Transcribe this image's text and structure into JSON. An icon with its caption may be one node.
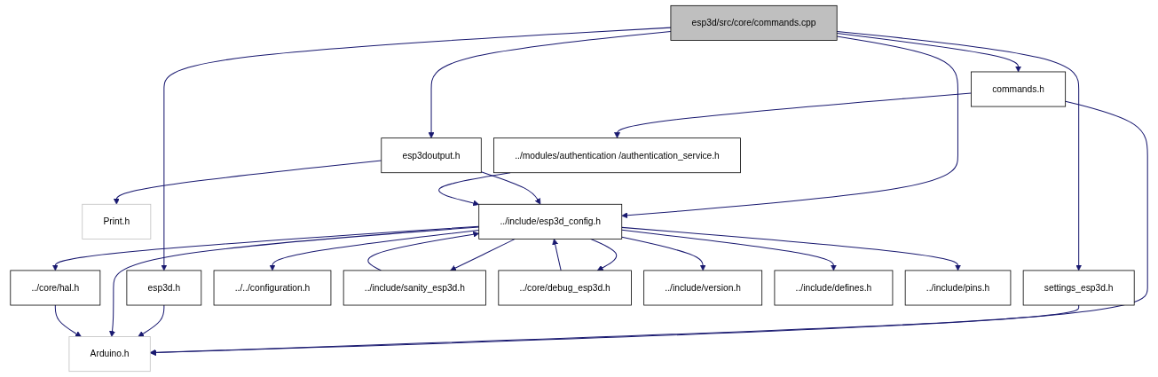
{
  "diagram": {
    "nodes": [
      {
        "text": [
          "esp3d/src/core/commands.cpp"
        ]
      },
      {
        "text": [
          "commands.h"
        ]
      },
      {
        "text": [
          "esp3doutput.h"
        ]
      },
      {
        "text": [
          "../modules/authentication /authentication_service.h"
        ]
      },
      {
        "text": [
          "Print.h"
        ]
      },
      {
        "text": [
          "settings_esp3d.h"
        ]
      },
      {
        "text": [
          "esp3d.h"
        ]
      },
      {
        "text": [
          "../include/esp3d_config.h"
        ]
      },
      {
        "text": [
          "../core/hal.h"
        ]
      },
      {
        "text": [
          "../../configuration.h"
        ]
      },
      {
        "text": [
          "../include/sanity_esp3d.h"
        ]
      },
      {
        "text": [
          "../core/debug_esp3d.h"
        ]
      },
      {
        "text": [
          "../include/version.h"
        ]
      },
      {
        "text": [
          "../include/defines.h"
        ]
      },
      {
        "text": [
          "../include/pins.h"
        ]
      },
      {
        "text": [
          "Arduino.h"
        ]
      }
    ],
    "edges": [
      {
        "from": 0,
        "to": 1,
        "arrow": "to"
      },
      {
        "from": 0,
        "to": 7,
        "arrow": "to"
      },
      {
        "from": 0,
        "to": 2,
        "arrow": "to"
      },
      {
        "from": 0,
        "to": 5,
        "arrow": "to"
      },
      {
        "from": 0,
        "to": 6,
        "arrow": "to"
      },
      {
        "from": 1,
        "to": 15,
        "arrow": "to"
      },
      {
        "from": 1,
        "to": 3,
        "arrow": "to"
      },
      {
        "from": 2,
        "to": 4,
        "arrow": "to"
      },
      {
        "from": 2,
        "to": 7,
        "arrow": "to"
      },
      {
        "from": 3,
        "to": 7,
        "arrow": "to"
      },
      {
        "from": 5,
        "to": 15,
        "arrow": "to"
      },
      {
        "from": 6,
        "to": 15,
        "arrow": "to"
      },
      {
        "from": 7,
        "to": 8,
        "arrow": "to"
      },
      {
        "from": 7,
        "to": 9,
        "arrow": "to"
      },
      {
        "from": 7,
        "to": 10,
        "arrow": "to"
      },
      {
        "from": 10,
        "to": 7,
        "arrow": "to"
      },
      {
        "from": 7,
        "to": 11,
        "arrow": "to"
      },
      {
        "from": 11,
        "to": 7,
        "arrow": "to"
      },
      {
        "from": 7,
        "to": 12,
        "arrow": "to"
      },
      {
        "from": 7,
        "to": 13,
        "arrow": "to"
      },
      {
        "from": 7,
        "to": 14,
        "arrow": "to"
      },
      {
        "from": 7,
        "to": 15,
        "arrow": "to"
      },
      {
        "from": 8,
        "to": 15,
        "arrow": "to"
      }
    ]
  }
}
